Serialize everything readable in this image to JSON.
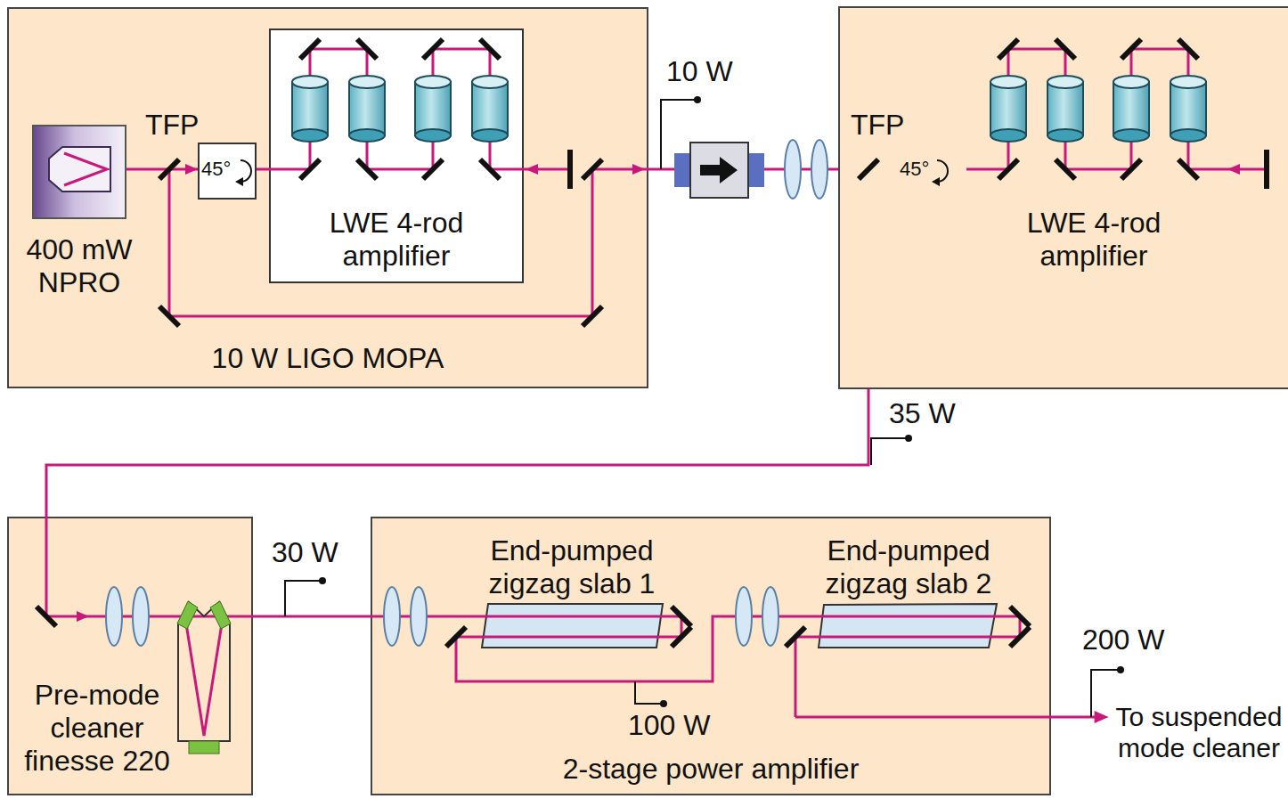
{
  "diagram": {
    "nodes": [
      {
        "text": [
          "10 W LIGO MOPA"
        ]
      },
      {
        "text": [
          "400 mW NPRO"
        ],
        "in": 0
      },
      {
        "text": [
          "45°"
        ],
        "in": 0
      },
      {
        "text": [
          "LWE 4-rod amplifier"
        ],
        "in": 0
      },
      {
        "text": [
          "45°"
        ]
      },
      {
        "text": [
          "LWE 4-rod amplifier"
        ]
      },
      {
        "text": [
          "Pre-mode cleaner finesse 220"
        ]
      },
      {
        "text": [
          "2-stage power amplifier"
        ]
      },
      {
        "text": [
          "End-pumped zigzag slab 1"
        ],
        "in": 7
      },
      {
        "text": [
          "End-pumped zigzag slab 2"
        ],
        "in": 7
      }
    ],
    "edges": [
      {
        "from": 1,
        "to": 2,
        "arrow": "to"
      },
      {
        "from": 2,
        "to": 3,
        "arrow": "none"
      },
      {
        "from": 0,
        "to": 4,
        "arrow": "none"
      },
      {
        "from": 4,
        "to": 5,
        "arrow": "none"
      },
      {
        "from": 4,
        "to": 6,
        "arrow": "to"
      },
      {
        "from": 6,
        "to": 7,
        "arrow": "none"
      },
      {
        "from": 8,
        "to": 9,
        "arrow": "none"
      }
    ],
    "labels": [
      "TFP",
      "TFP",
      "10 W",
      "35 W",
      "30 W",
      "100 W",
      "200 W",
      "To suspended mode cleaner"
    ]
  }
}
